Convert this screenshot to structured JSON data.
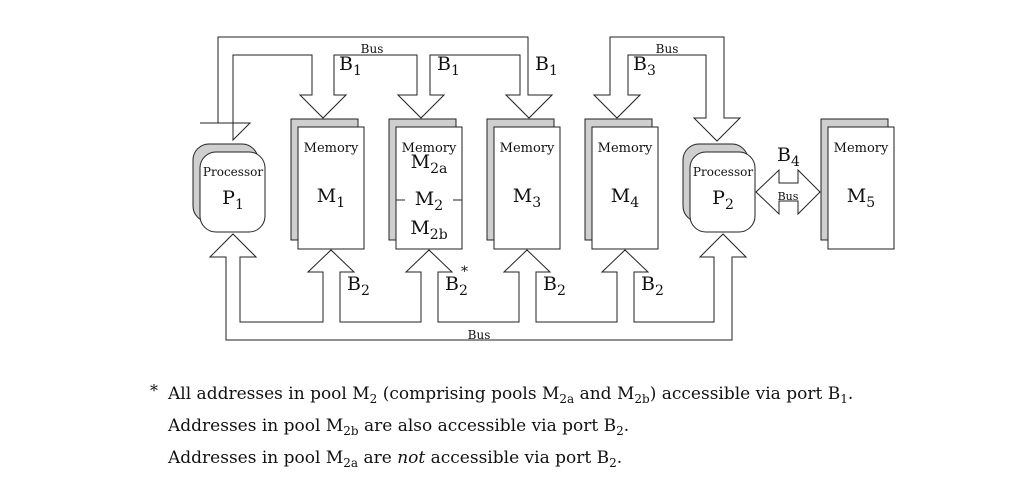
{
  "bus_labels": {
    "top_left": "Bus",
    "top_right": "Bus",
    "bottom": "Bus",
    "side": "Bus"
  },
  "ports": {
    "b1": {
      "base": "B",
      "sub": "1"
    },
    "b2": {
      "base": "B",
      "sub": "2"
    },
    "b2_star": {
      "base": "B",
      "sub": "2",
      "mark": "*"
    },
    "b3": {
      "base": "B",
      "sub": "3"
    },
    "b4": {
      "base": "B",
      "sub": "4"
    }
  },
  "processors": [
    {
      "title": "Processor",
      "base": "P",
      "sub": "1"
    },
    {
      "title": "Processor",
      "base": "P",
      "sub": "2"
    }
  ],
  "memories": [
    {
      "title": "Memory",
      "base": "M",
      "sub": "1"
    },
    {
      "title": "Memory",
      "base": "M",
      "sub": "2",
      "upper": {
        "base": "M",
        "sub": "2a"
      },
      "lower": {
        "base": "M",
        "sub": "2b"
      }
    },
    {
      "title": "Memory",
      "base": "M",
      "sub": "3"
    },
    {
      "title": "Memory",
      "base": "M",
      "sub": "4"
    },
    {
      "title": "Memory",
      "base": "M",
      "sub": "5"
    }
  ],
  "notes": {
    "star": "*",
    "line1": {
      "t1": "All addresses in pool M",
      "s1": "2",
      "t2": " (comprising pools M",
      "s2": "2a",
      "t3": " and M",
      "s3": "2b",
      "t4": ") accessible via port B",
      "s4": "1",
      "t5": "."
    },
    "line2": {
      "t1": "Addresses in pool M",
      "s1": "2b",
      "t2": " are also accessible via port B",
      "s2": "2",
      "t3": "."
    },
    "line3": {
      "t1": "Addresses in pool M",
      "s1": "2a",
      "t2": " are ",
      "em": "not",
      "t3": " accessible via port B",
      "s3": "2",
      "t4": "."
    }
  }
}
